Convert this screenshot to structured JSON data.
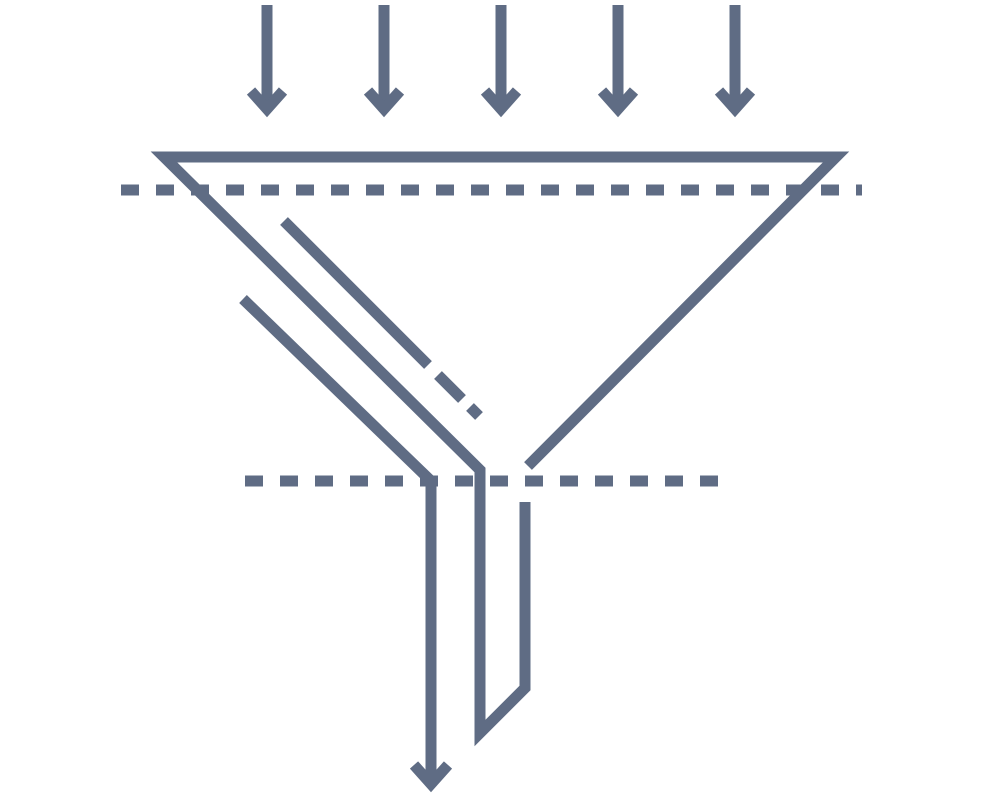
{
  "diagram": {
    "kind": "funnel-filter-icon",
    "colors": {
      "stroke": "#5f6c84",
      "background": "#ffffff"
    },
    "input_arrow_count": 5,
    "output_arrow_count": 1,
    "filter_line_count": 2
  }
}
